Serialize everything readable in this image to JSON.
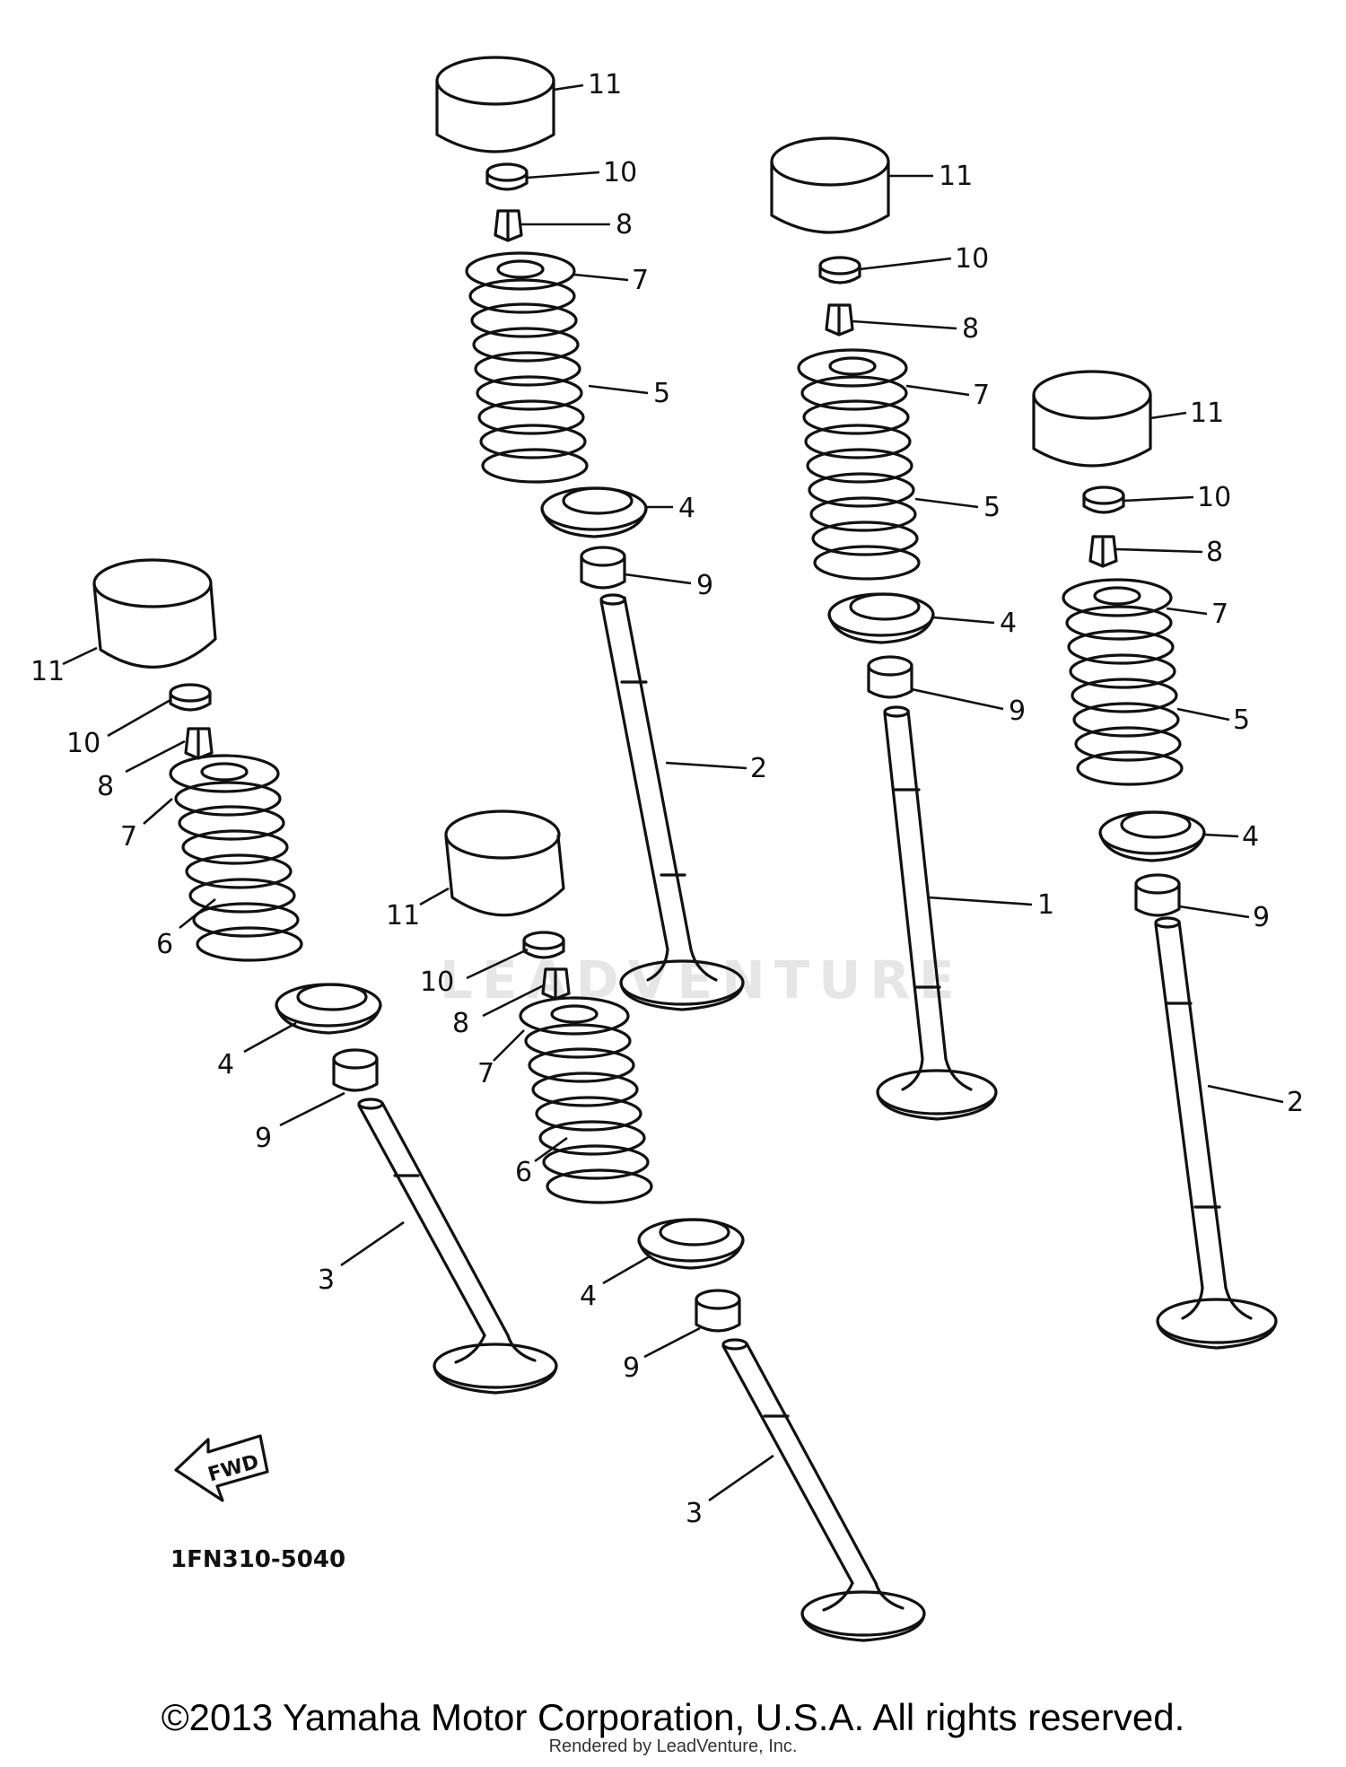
{
  "diagram": {
    "watermark": "LEADVENTURE",
    "part_code": "1FN310-5040",
    "forward_label": "FWD",
    "labels": {
      "a": {
        "tappet": "11",
        "pad": "10",
        "cotter": "8",
        "retainer": "7",
        "spring": "5",
        "seat": "4",
        "seal": "9",
        "valve": "2"
      },
      "b": {
        "tappet": "11",
        "pad": "10",
        "cotter": "8",
        "retainer": "7",
        "spring": "5",
        "seat": "4",
        "seal": "9",
        "valve": "1"
      },
      "c": {
        "tappet": "11",
        "pad": "10",
        "cotter": "8",
        "retainer": "7",
        "spring": "5",
        "seat": "4",
        "seal": "9",
        "valve": "2"
      },
      "d": {
        "tappet": "11",
        "pad": "10",
        "cotter": "8",
        "retainer": "7",
        "spring": "6",
        "seat": "4",
        "seal": "9",
        "valve": "3"
      },
      "e": {
        "tappet": "11",
        "pad": "10",
        "cotter": "8",
        "retainer": "7",
        "spring": "6",
        "seat": "4",
        "seal": "9",
        "valve": "3"
      }
    }
  },
  "footer": {
    "copyright": "©2013 Yamaha Motor Corporation, U.S.A. All rights reserved.",
    "rendered_by": "Rendered by LeadVenture, Inc."
  }
}
